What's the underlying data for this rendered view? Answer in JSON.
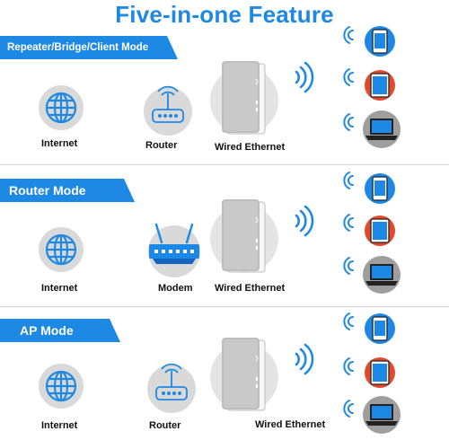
{
  "title": "Five-in-one Feature",
  "sections": [
    {
      "heading": "Repeater/Bridge/Client Mode",
      "labels": [
        "Internet",
        "Router",
        "Wired Ethernet"
      ]
    },
    {
      "heading": "Router Mode",
      "labels": [
        "Internet",
        "Modem",
        "Wired Ethernet"
      ]
    },
    {
      "heading": "AP Mode",
      "labels": [
        "Internet",
        "Router",
        "Wired Ethernet"
      ]
    }
  ],
  "colors": {
    "accent": "#1e88e5",
    "phone_bg": "#1e88e5",
    "tablet_bg": "#e24a2b",
    "laptop_bg": "#9e9e9e"
  },
  "icons": [
    "globe-icon",
    "router-icon",
    "modem-icon",
    "extender-device",
    "wifi-icon",
    "phone-icon",
    "tablet-icon",
    "laptop-icon"
  ]
}
